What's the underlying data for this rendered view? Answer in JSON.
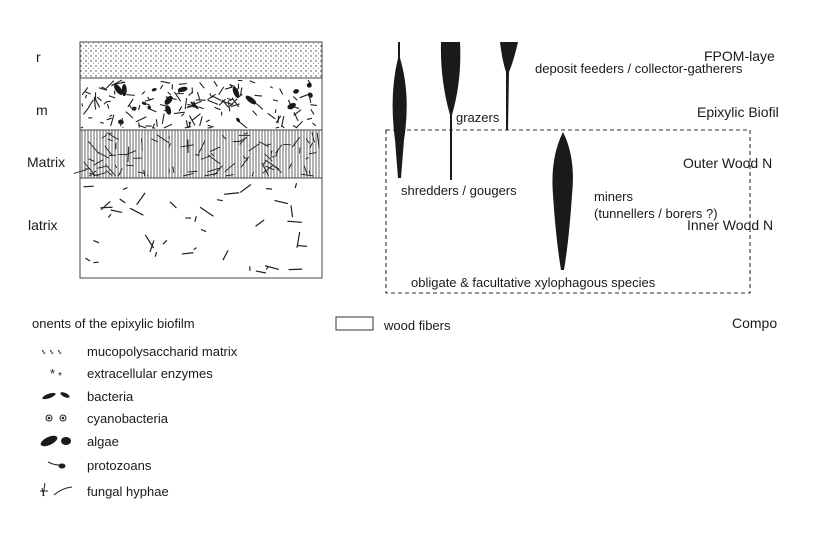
{
  "left_layers": {
    "labels": [
      "r",
      "m",
      "Matrix",
      "latrix"
    ]
  },
  "right_layers": {
    "labels": [
      "FPOM-laye",
      "Epixylic Biofil",
      "Outer Wood N",
      "Inner Wood N"
    ]
  },
  "feeding_groups": {
    "deposit_feeders": "deposit feeders / collector-gatherers",
    "grazers": "grazers",
    "shredders": "shredders / gougers",
    "miners": "miners",
    "miners_detail": "(tunnellers / borers ?)",
    "xylophagous": "obligate & facultative xylophagous species"
  },
  "legend": {
    "title": "onents of the epixylic biofilm",
    "items": [
      {
        "label": "mucopolysaccharid matrix",
        "icon": "matrix-strokes-icon"
      },
      {
        "label": "extracellular enzymes",
        "icon": "asterisk-icon"
      },
      {
        "label": "bacteria",
        "icon": "bacteria-icon"
      },
      {
        "label": "cyanobacteria",
        "icon": "cyanobacteria-icon"
      },
      {
        "label": "algae",
        "icon": "algae-icon"
      },
      {
        "label": "protozoans",
        "icon": "protozoan-icon"
      },
      {
        "label": "fungal hyphae",
        "icon": "fungal-hyphae-icon"
      }
    ],
    "wood_fibers": "wood fibers",
    "compo": "Compo"
  },
  "colors": {
    "ink": "#1a1a1a",
    "background": "#ffffff"
  }
}
